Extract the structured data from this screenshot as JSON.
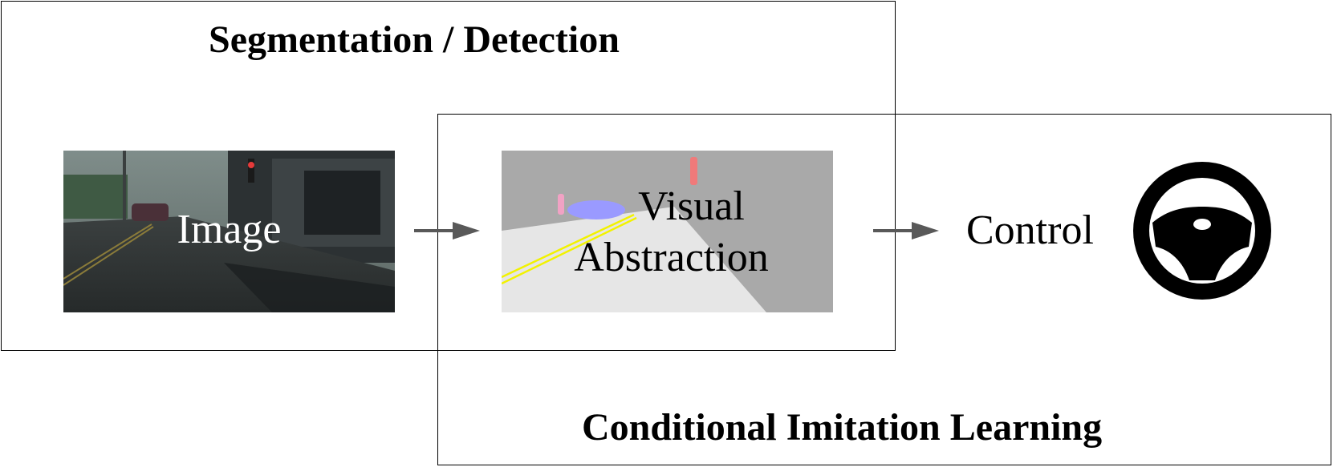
{
  "segmentation_box": {
    "title": "Segmentation / Detection"
  },
  "cil_box": {
    "title": "Conditional Imitation Learning"
  },
  "image_panel": {
    "label": "Image"
  },
  "abstraction_panel": {
    "label_line1": "Visual",
    "label_line2": "Abstraction"
  },
  "control": {
    "label": "Control",
    "icon": "steering-wheel-icon"
  },
  "arrows": {
    "color": "#595959"
  },
  "colors": {
    "frame": "#000000",
    "abstraction_sky": "#a9a9a9",
    "abstraction_road": "#e6e6e6",
    "lane_marking": "#f2f200",
    "vehicle": "#9a9aff",
    "pedestrian": "#f1a2c4",
    "traffic_light": "#f07a7a"
  }
}
